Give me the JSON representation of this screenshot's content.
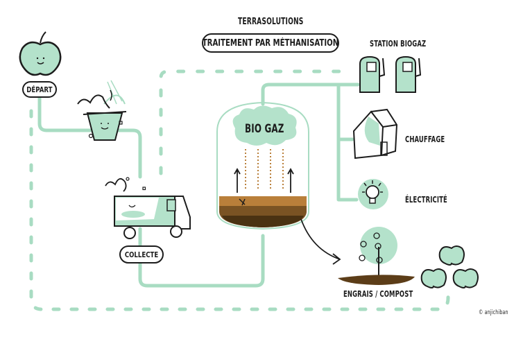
{
  "header": {
    "brand": "TERRASOLUTIONS",
    "title": "TRAITEMENT PAR MÉTHANISATION"
  },
  "steps": {
    "start": "DÉPART",
    "collect": "COLLECTE",
    "digester": "BIO GAZ",
    "station": "STATION BIOGAZ",
    "heating": "CHAUFFAGE",
    "electricity": "ÉLECTRICITÉ",
    "fertilizer": "ENGRAIS / COMPOST"
  },
  "credit": "© anjichiban",
  "colors": {
    "mint": "#a8dcc2",
    "mint_fill": "#b4e2cb",
    "ink": "#1c1c1c",
    "soil_top": "#b97f3a",
    "soil_mid": "#7a5323",
    "soil_bottom": "#4a3212"
  }
}
